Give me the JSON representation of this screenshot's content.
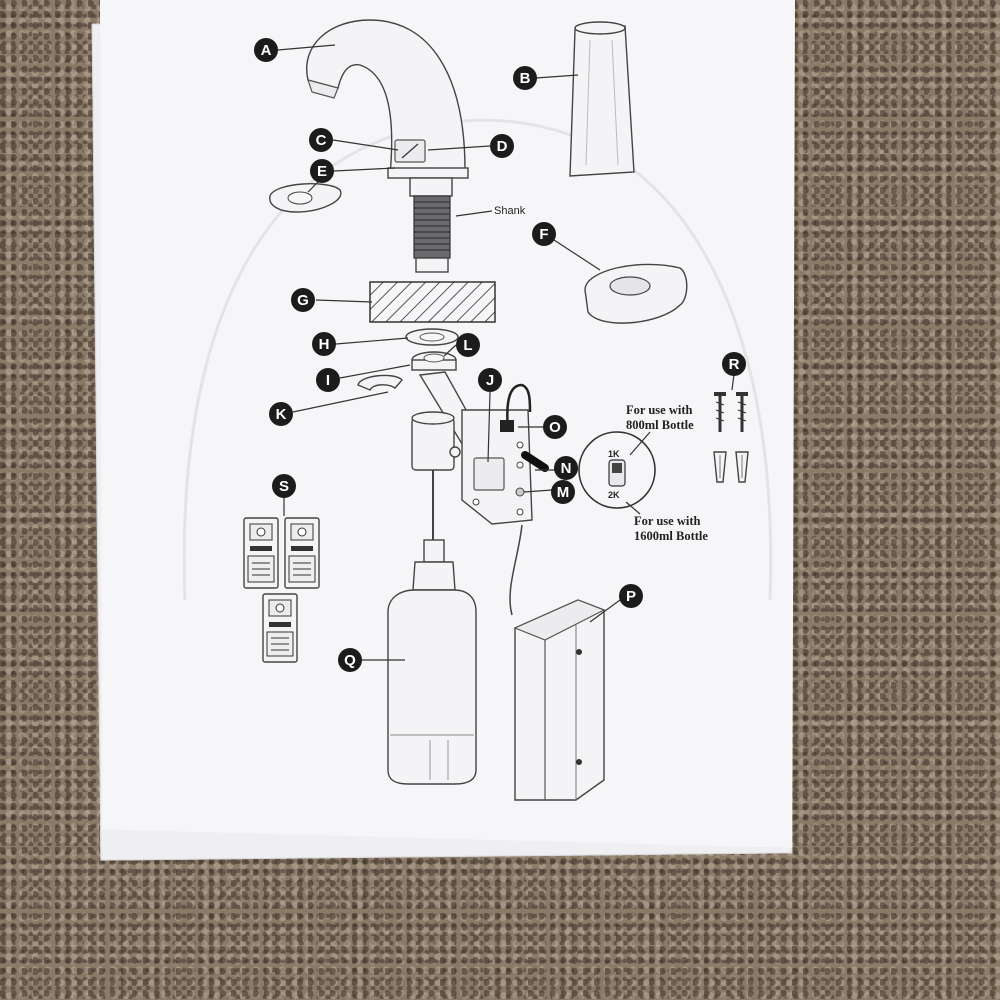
{
  "labels": {
    "A": "A",
    "B": "B",
    "C": "C",
    "D": "D",
    "E": "E",
    "F": "F",
    "G": "G",
    "H": "H",
    "I": "I",
    "J": "J",
    "K": "K",
    "L": "L",
    "M": "M",
    "N": "N",
    "O": "O",
    "P": "P",
    "Q": "Q",
    "R": "R",
    "S": "S"
  },
  "shank_label": "Shank",
  "switch_positions": {
    "top": "1K",
    "bottom": "2K"
  },
  "notes": {
    "upper_line1": "For use with",
    "upper_line2": "800ml Bottle",
    "lower_line1": "For use with",
    "lower_line2": "1600ml Bottle"
  },
  "colors": {
    "callout": "#1c1c1c",
    "paper": "#f6f6f8",
    "carpet": "#8a7a68"
  }
}
